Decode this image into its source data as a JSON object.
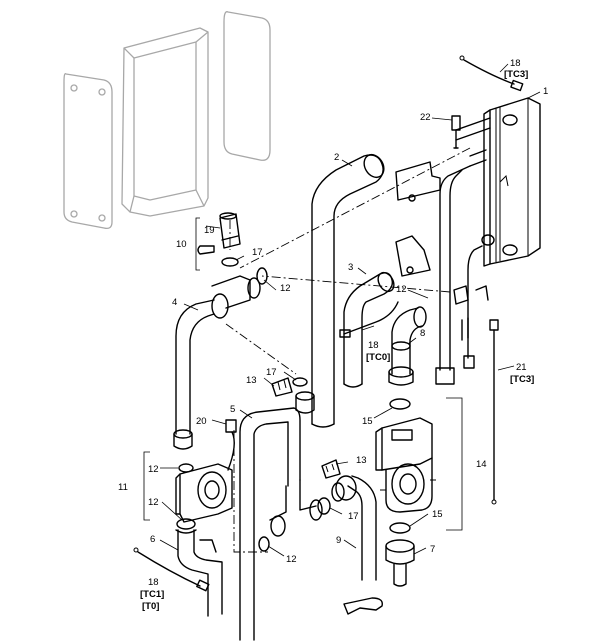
{
  "callouts": {
    "c1": "1",
    "c2": "2",
    "c3": "3",
    "c4": "4",
    "c5": "5",
    "c6": "6",
    "c7": "7",
    "c8": "8",
    "c9": "9",
    "c10": "10",
    "c11": "11",
    "c12a": "12",
    "c12b": "12",
    "c12c": "12",
    "c12d": "12",
    "c12e": "12",
    "c13a": "13",
    "c13b": "13",
    "c14": "14",
    "c15a": "15",
    "c15b": "15",
    "c17a": "17",
    "c17b": "17",
    "c17c": "17",
    "c18a": "18",
    "c18b": "18",
    "c18c": "18",
    "c19": "19",
    "c20": "20",
    "c21": "21",
    "c22": "22"
  },
  "sensor_codes": {
    "tc3_top": "[TC3]",
    "tc0": "[TC0]",
    "tc3_right": "[TC3]",
    "tc1": "[TC1]",
    "t0": "[T0]"
  }
}
